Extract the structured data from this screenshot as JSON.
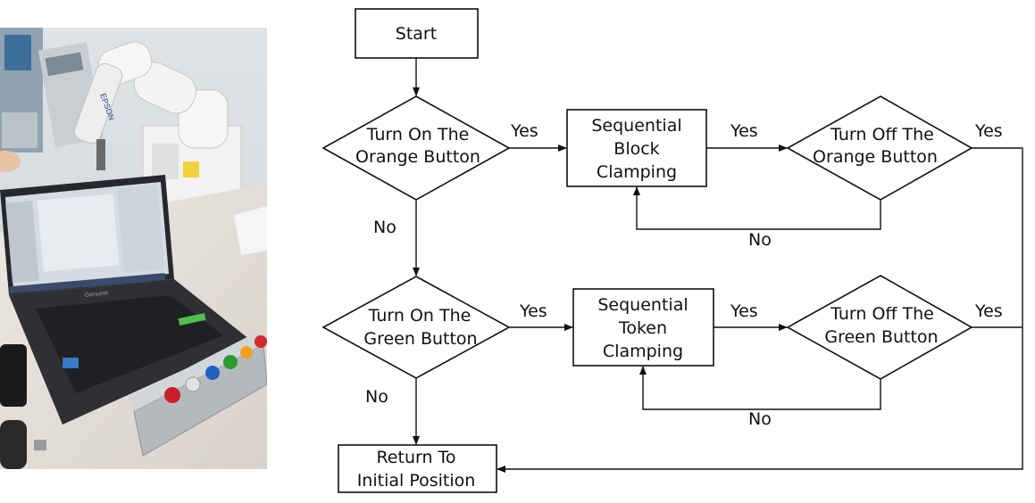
{
  "colors": {
    "line": "#111111",
    "fill": "#ffffff",
    "text": "#111111"
  },
  "photo": {
    "brand_text": "Genuine",
    "robot_text": "EPSON",
    "button_colors": [
      "#c8202a",
      "#d9d9d9",
      "#1f5fbf",
      "#2e9a2e",
      "#f0a020",
      "#d42a2a"
    ]
  },
  "flowchart": {
    "start": "Start",
    "decision_orange_on": [
      "Turn On The",
      "Orange Button"
    ],
    "process_block": [
      "Sequential",
      "Block",
      "Clamping"
    ],
    "decision_orange_off": [
      "Turn Off The",
      "Orange Button"
    ],
    "decision_green_on": [
      "Turn On The",
      "Green Button"
    ],
    "process_token": [
      "Sequential",
      "Token",
      "Clamping"
    ],
    "decision_green_off": [
      "Turn Off The",
      "Green Button"
    ],
    "end": [
      "Return To",
      "Initial Position"
    ],
    "yes": "Yes",
    "no": "No"
  }
}
